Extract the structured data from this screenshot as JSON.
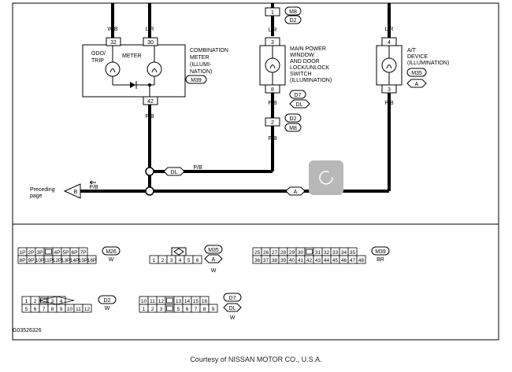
{
  "combination_meter": {
    "wire_left": "W/B",
    "wire_right": "L/R",
    "pin_left": "32",
    "pin_right": "30",
    "pin_bottom": "42",
    "wire_bottom": "P/B",
    "label_odo": "ODO/",
    "label_trip": "TRIP",
    "label_meter": "METER",
    "name_lines": [
      "COMBINATION",
      "METER",
      "(ILLUMI-",
      "NATION)"
    ],
    "connector": "M39"
  },
  "main_switch": {
    "pin_top_conn": "1",
    "conn_top": "M8",
    "conn_top2": "D2",
    "wire_top": "L/R",
    "pin_top": "3",
    "pin_bottom": "8",
    "wire_mid": "P/B",
    "conn_mid1": "D7",
    "conn_mid2": "DL",
    "pin_lower": "2",
    "conn_lower1": "D2",
    "conn_lower2": "M8",
    "wire_lower": "P/B",
    "name_lines": [
      "MAIN POWER",
      "WINDOW",
      "AND DOOR",
      "LOCK/UNLOCK",
      "SWITCH",
      "(ILLUMINATION)"
    ]
  },
  "at_device": {
    "wire_top": "L/R",
    "pin_top": "4",
    "pin_bottom": "3",
    "wire_bottom": "P/B",
    "name_lines": [
      "A/T",
      "DEVICE",
      "(ILLUMINATION)"
    ],
    "connector": "M35",
    "flag": "A"
  },
  "ground_lines": {
    "upper_flag": "DL",
    "upper_wire": "P/B",
    "lower_flag": "A",
    "preceding_flag": "B",
    "preceding_wire": "P/B",
    "preceding_label_1": "Preceding",
    "preceding_label_2": "page"
  },
  "connectors": {
    "m26": {
      "name": "M26",
      "color": "W",
      "row1": [
        "1P",
        "2P",
        "3P",
        "",
        "4P",
        "5P",
        "6P",
        "7P"
      ],
      "row2": [
        "8P",
        "9P",
        "10P",
        "11P",
        "12P",
        "13P",
        "14P",
        "15P",
        "16P"
      ]
    },
    "m35": {
      "name": "M35",
      "flag": "A",
      "color": "W",
      "row": [
        "1",
        "2",
        "3",
        "4",
        "5",
        "6"
      ]
    },
    "m39": {
      "name": "M39",
      "color": "BR",
      "row1": [
        "25",
        "26",
        "27",
        "28",
        "29",
        "30",
        "",
        "31",
        "32",
        "33",
        "34",
        "35"
      ],
      "row2": [
        "36",
        "37",
        "38",
        "39",
        "40",
        "41",
        "42",
        "43",
        "44",
        "45",
        "46",
        "47",
        "48"
      ]
    },
    "d2": {
      "name": "D2",
      "color": "W",
      "row1": [
        "1",
        "2",
        "",
        "3",
        "4"
      ],
      "row2": [
        "5",
        "6",
        "7",
        "8",
        "9",
        "10",
        "11",
        "12"
      ]
    },
    "d7": {
      "name": "D7",
      "flag": "DL",
      "color": "W",
      "row1": [
        "10",
        "11",
        "12",
        "",
        "13",
        "14",
        "15",
        "16"
      ],
      "row2": [
        "1",
        "2",
        "3",
        "",
        "5",
        "6",
        "7",
        "8",
        "9"
      ]
    }
  },
  "figure_code": "G03526326",
  "credit": "Courtesy of NISSAN MOTOR CO., U.S.A."
}
